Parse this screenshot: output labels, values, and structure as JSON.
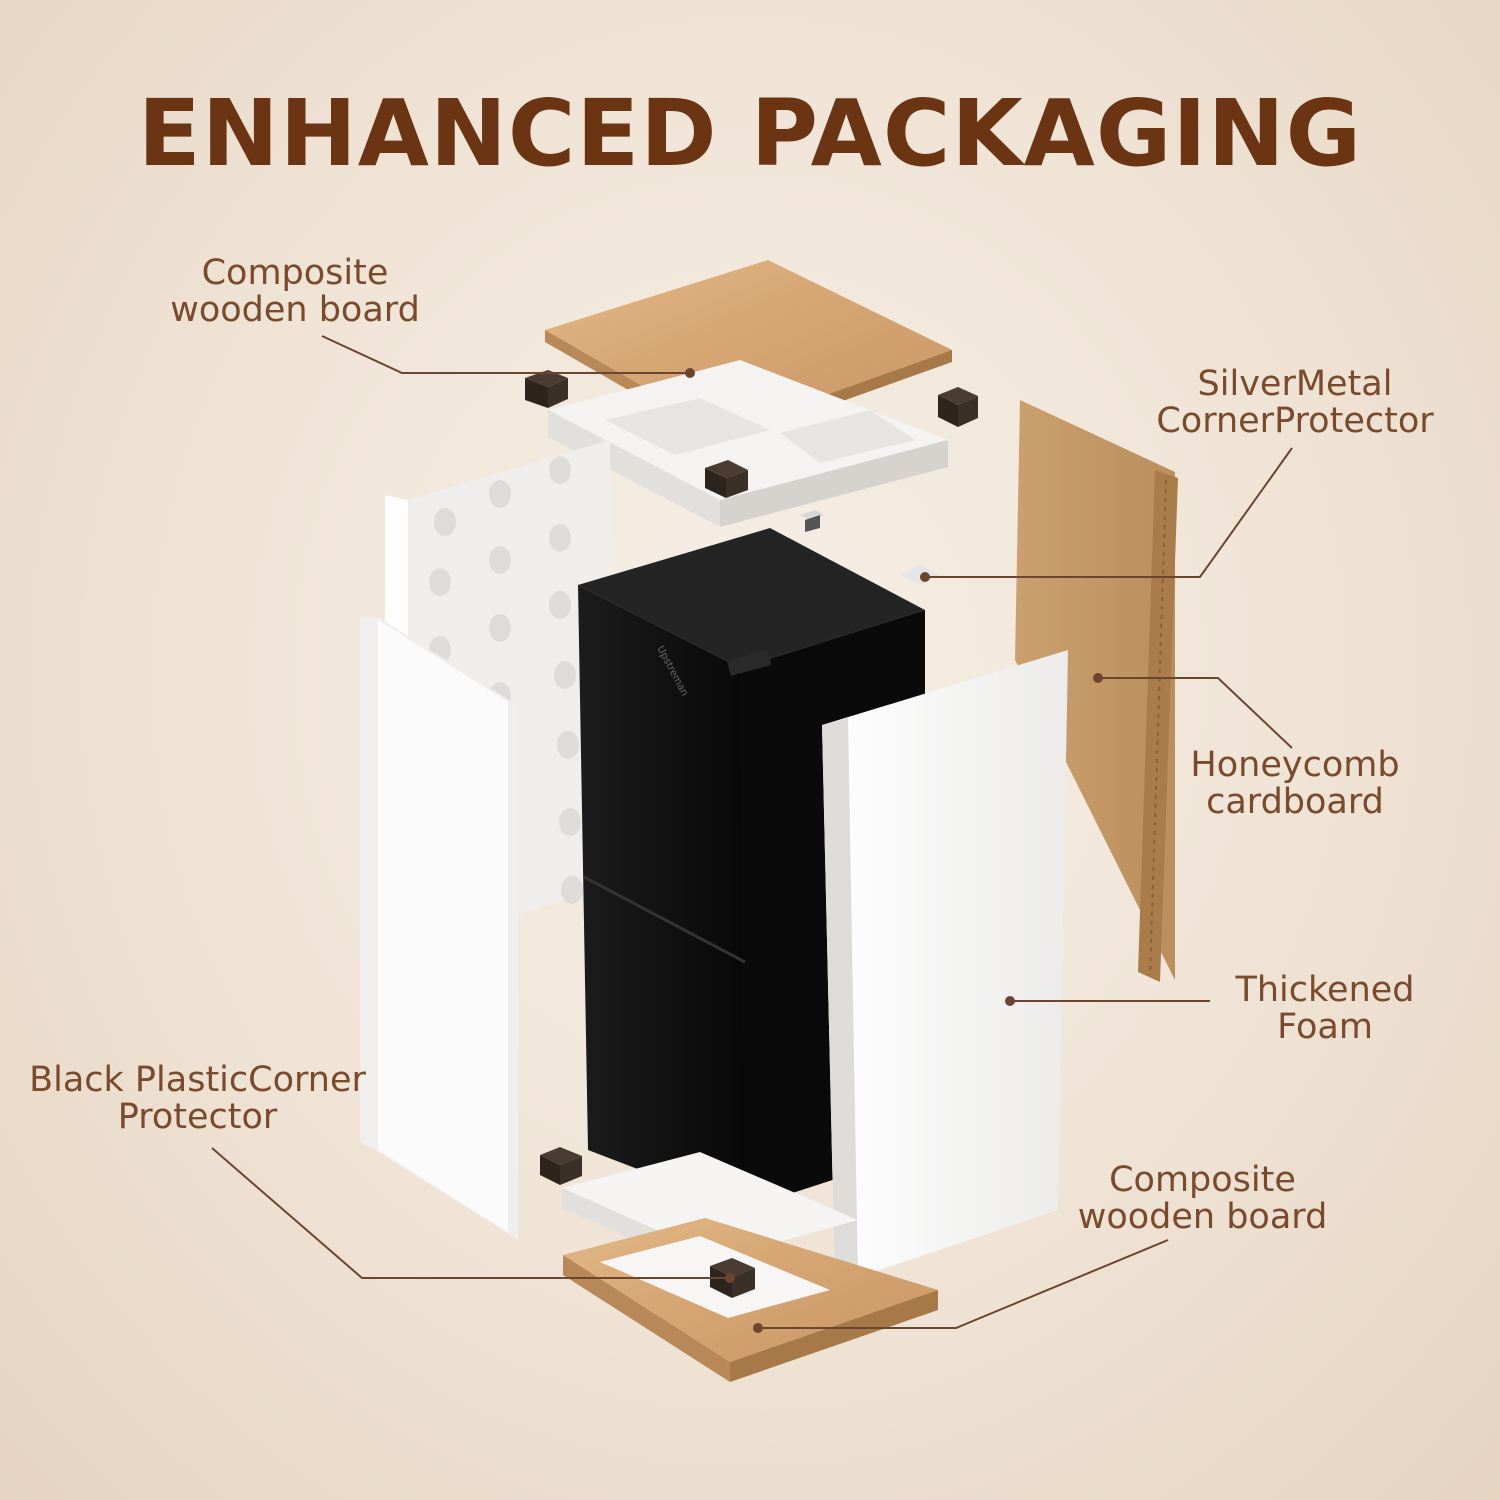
{
  "title": "ENHANCED PACKAGING",
  "labels": {
    "top_board": [
      "Composite",
      "wooden board"
    ],
    "metal_protector": [
      "SilverMetal",
      "CornerProtector"
    ],
    "honeycomb": [
      "Honeycomb",
      "cardboard"
    ],
    "foam": [
      "Thickened",
      "Foam"
    ],
    "plastic_protector": [
      "Black PlasticCorner",
      "Protector"
    ],
    "bottom_board": [
      "Composite",
      "wooden board"
    ]
  },
  "fridge_brand": "Upstreman",
  "colors": {
    "title": "#6b3514",
    "label_text": "#7a4a2c",
    "leader_line": "#6b4530",
    "wood": "#d6a874",
    "cardboard": "#c69a68",
    "foam": "#f7f6f4",
    "fridge": "#121212",
    "corner_protector": "#3a3028"
  }
}
